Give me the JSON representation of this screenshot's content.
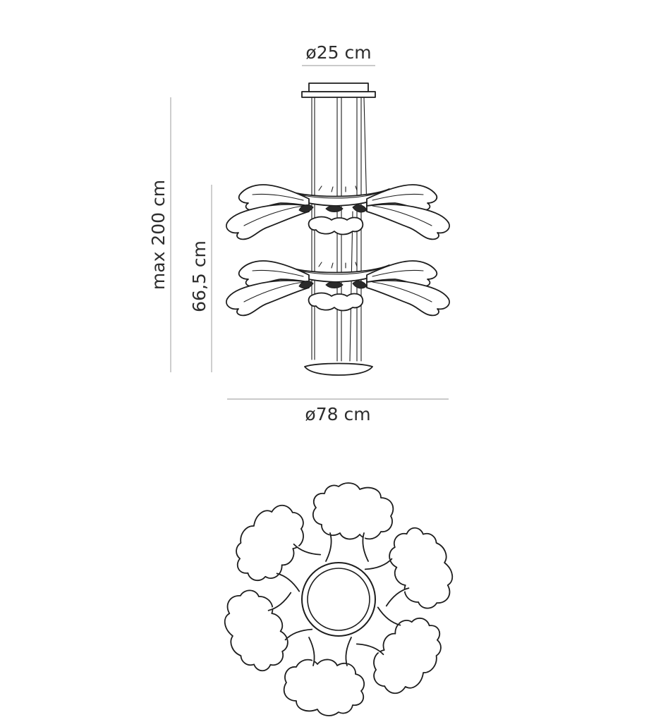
{
  "dimensions": {
    "canopy_diameter": "ø25 cm",
    "total_height": "max 200 cm",
    "body_height": "66,5 cm",
    "overall_diameter": "ø78 cm"
  },
  "colors": {
    "ink": "#1d1d1d",
    "dimension_line": "#b9b9b9",
    "text": "#2d2d2d",
    "background": "#ffffff"
  }
}
